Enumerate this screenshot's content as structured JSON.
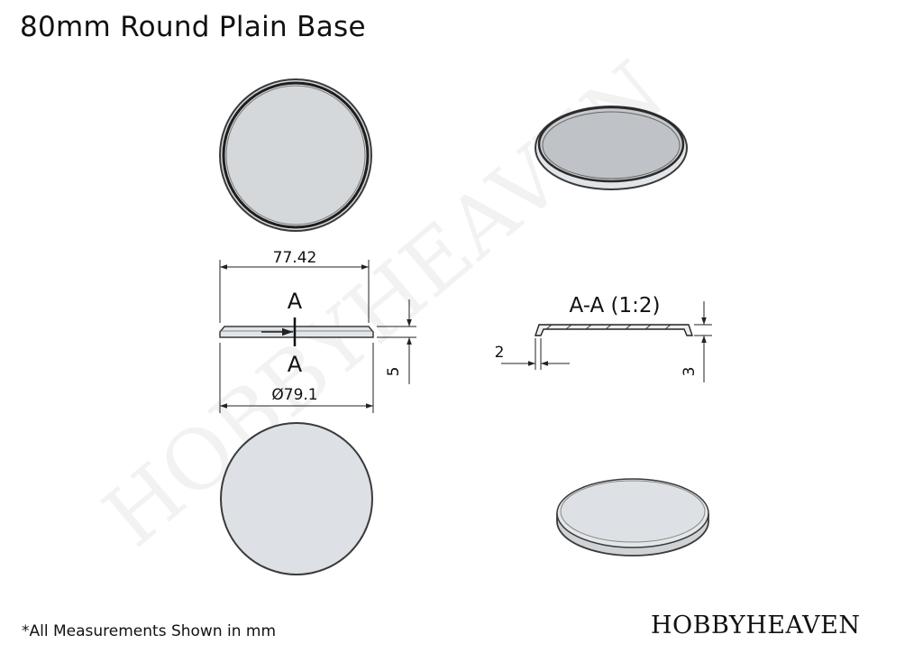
{
  "title": "80mm Round Plain Base",
  "footnote": "*All Measurements Shown in mm",
  "brand": "HOBBYHEAVEN",
  "watermark": "HOBBYHEAVEN",
  "dimensions": {
    "top_width": "77.42",
    "section_marker": "A",
    "base_diameter": "Ø79.1",
    "height": "5",
    "section_title": "A-A (1:2)",
    "wall_thickness": "2",
    "lip_height": "3"
  },
  "colors": {
    "base_fill": "#dde0e4",
    "base_edge": "#3a3a3a",
    "top_inset": "#c9ccd0",
    "line": "#222222"
  }
}
